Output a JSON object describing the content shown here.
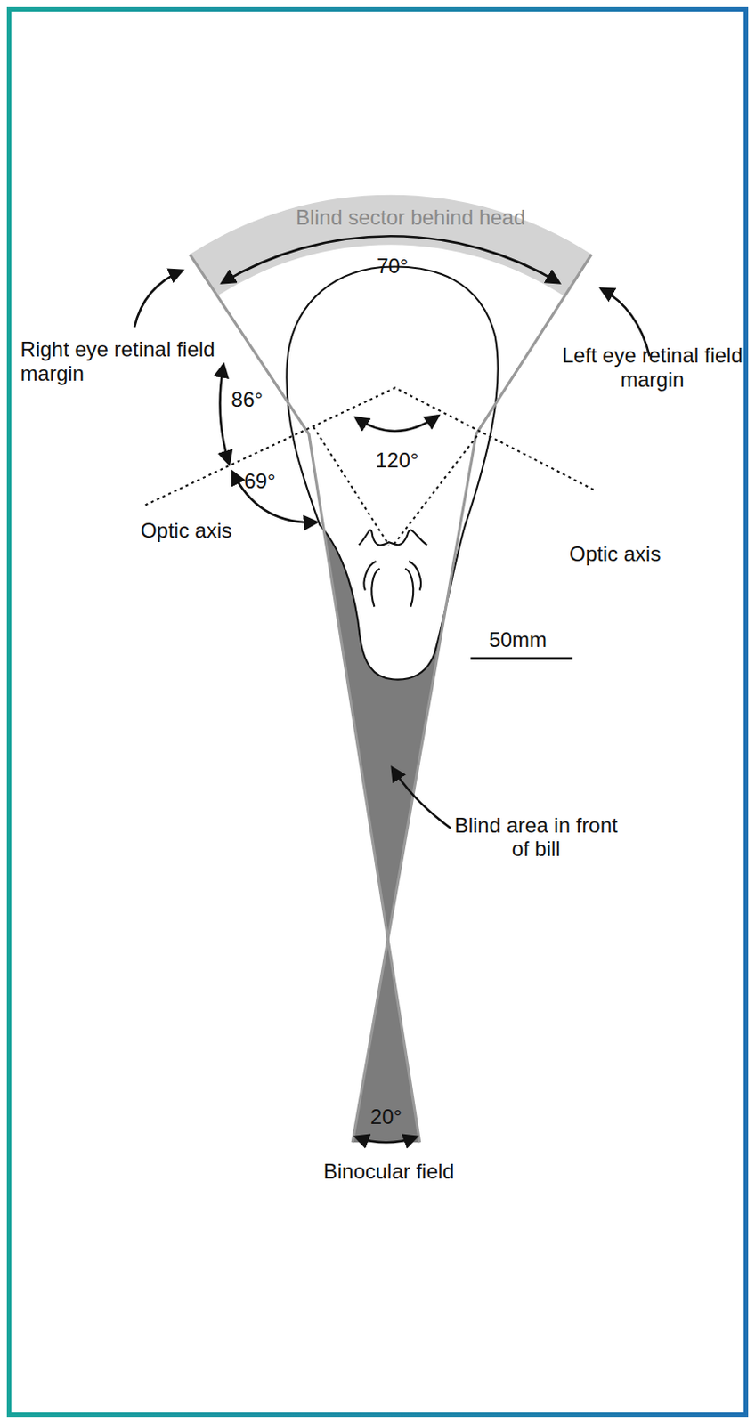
{
  "diagram": {
    "labels": [
      "Blind sector behind head",
      "70°",
      "Right eye retinal field margin",
      "86°",
      "69°",
      "120°",
      "Optic axis",
      "Left eye retinal field margin",
      "Optic axis",
      "50mm",
      "Blind area in front of bill",
      "20°",
      "Binocular field"
    ]
  }
}
